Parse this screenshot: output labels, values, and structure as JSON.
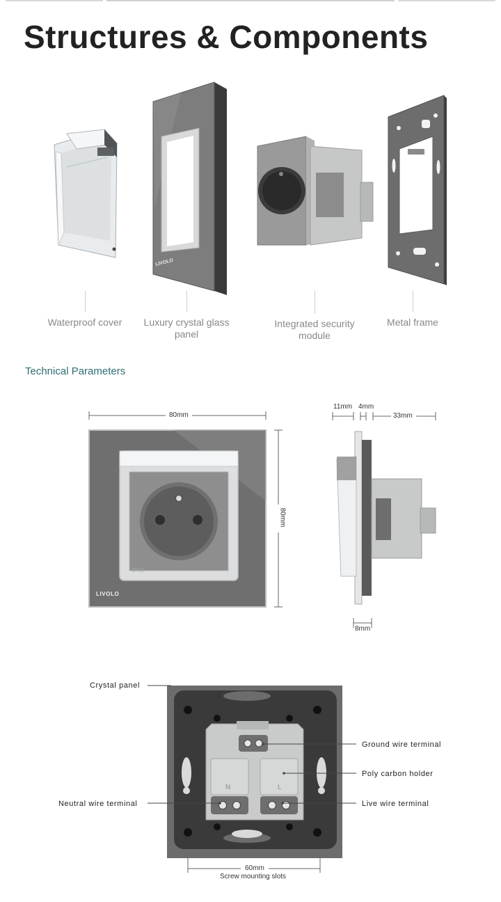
{
  "title": "Structures & Components",
  "components": [
    {
      "label": "Waterproof cover"
    },
    {
      "label": "Luxury crystal glass panel"
    },
    {
      "label": "Integrated security module"
    },
    {
      "label": "Metal frame"
    }
  ],
  "technical": {
    "title": "Technical Parameters",
    "front": {
      "width": "80mm",
      "height": "80mm",
      "brand": "LIVOLO",
      "ip": "IP44"
    },
    "side": {
      "d1": "11mm",
      "d2": "4mm",
      "d3": "33mm",
      "d4": "8mm"
    }
  },
  "back": {
    "callouts": {
      "crystal_panel": "Crystal panel",
      "ground": "Ground wire terminal",
      "poly": "Poly carbon holder",
      "neutral": "Neutral wire terminal",
      "live": "Live wire terminal"
    },
    "mark_n": "N",
    "mark_l": "L",
    "width_dim": "60mm",
    "width_caption": "Screw mounting slots"
  },
  "colors": {
    "accent": "#2f6e73",
    "panel": "#6e6e6e",
    "module": "#bcbcbc"
  }
}
